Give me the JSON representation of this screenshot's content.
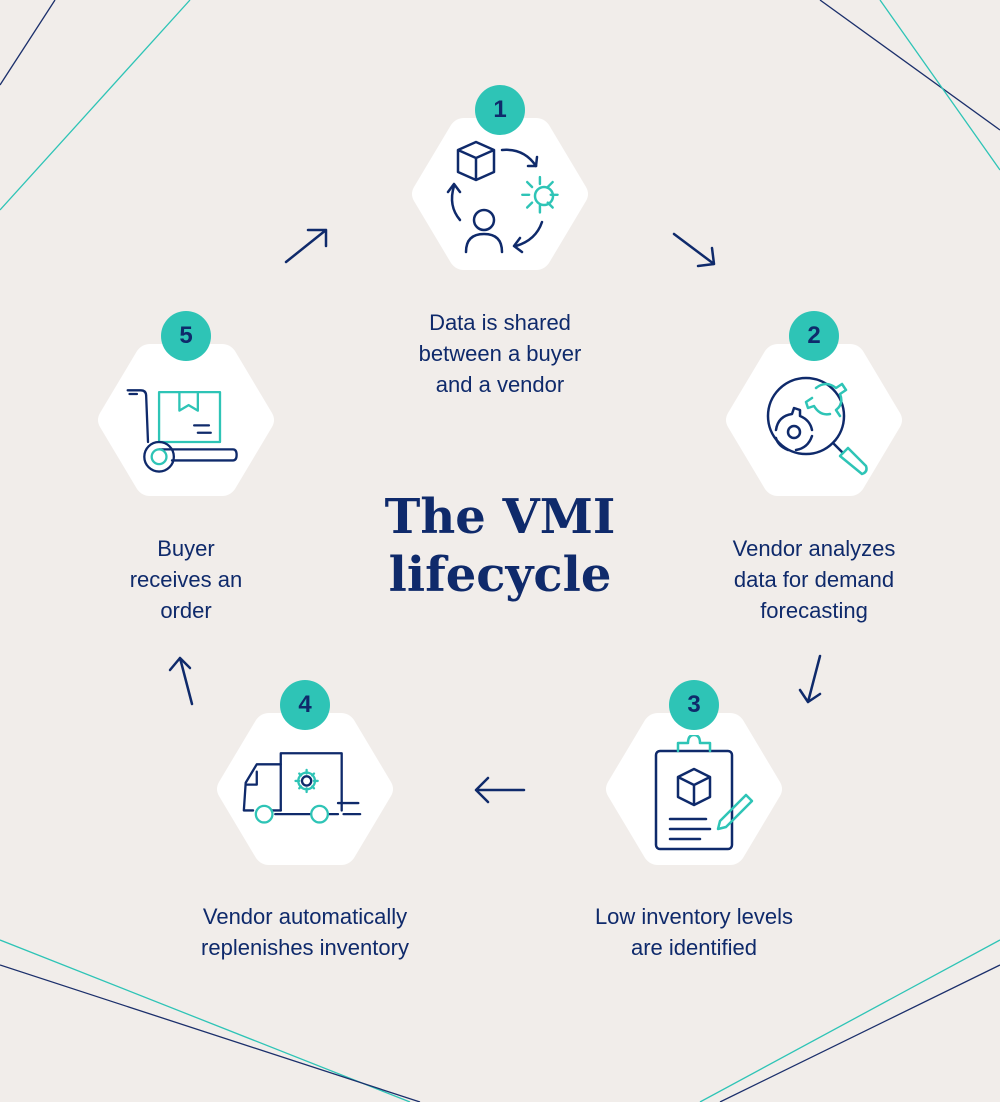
{
  "title": {
    "line1": "The VMI",
    "line2": "lifecycle"
  },
  "colors": {
    "navy": "#0f2a6b",
    "teal": "#2ec4b6",
    "background": "#f1edea",
    "hex_fill": "#ffffff"
  },
  "steps": [
    {
      "number": "1",
      "icon": "data-exchange-icon",
      "caption": [
        "Data is shared",
        "between a buyer",
        "and a vendor"
      ]
    },
    {
      "number": "2",
      "icon": "magnifier-gears-icon",
      "caption": [
        "Vendor analyzes",
        "data for demand",
        "forecasting"
      ]
    },
    {
      "number": "3",
      "icon": "clipboard-box-icon",
      "caption": [
        "Low inventory levels",
        "are identified"
      ]
    },
    {
      "number": "4",
      "icon": "delivery-truck-icon",
      "caption": [
        "Vendor automatically",
        "replenishes inventory"
      ]
    },
    {
      "number": "5",
      "icon": "hand-truck-icon",
      "caption": [
        "Buyer",
        "receives an",
        "order"
      ]
    }
  ],
  "arrows": [
    "arrow-up-right-icon",
    "arrow-down-right-icon",
    "arrow-down-left-icon",
    "arrow-left-icon",
    "arrow-up-icon"
  ]
}
